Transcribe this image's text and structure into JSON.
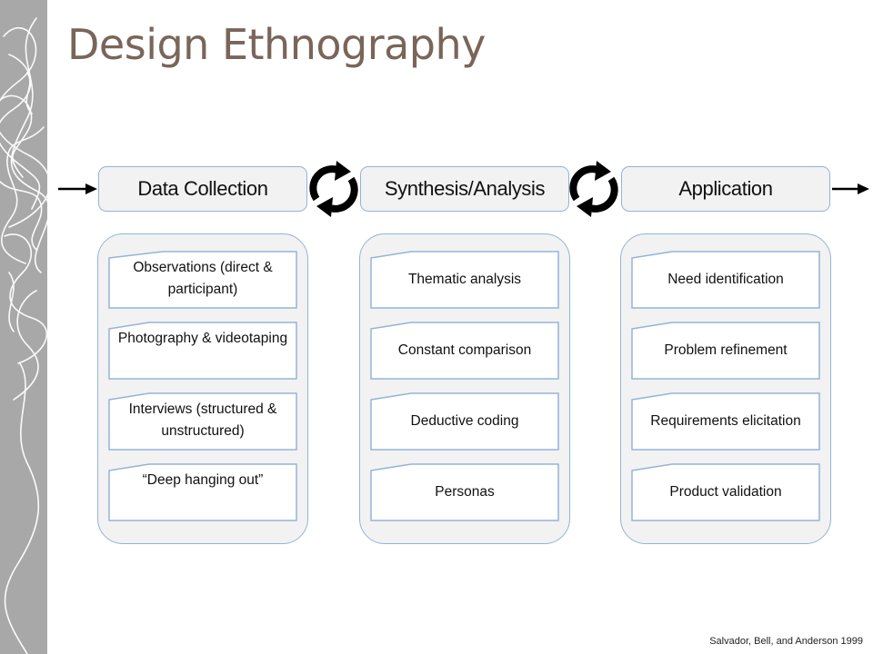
{
  "title": "Design Ethnography",
  "citation": "Salvador, Bell, and Anderson 1999",
  "colors": {
    "title": "#7a6559",
    "box_border": "#95b3d7",
    "box_fill": "#f2f2f2",
    "sidebar": "#a8a8a8",
    "arrow": "#000000"
  },
  "stages": [
    {
      "label": "Data Collection",
      "items": [
        "Observations (direct & participant)",
        "Photography & videotaping",
        "Interviews (structured & unstructured)",
        "“Deep hanging out”"
      ]
    },
    {
      "label": "Synthesis/Analysis",
      "items": [
        "Thematic analysis",
        "Constant comparison",
        "Deductive coding",
        "Personas"
      ]
    },
    {
      "label": "Application",
      "items": [
        "Need identification",
        "Problem refinement",
        "Requirements elicitation",
        "Product validation"
      ]
    }
  ],
  "icons": {
    "cycle": "cycle-arrows-icon",
    "flow_in": "arrow-right-icon",
    "flow_out": "arrow-right-icon"
  }
}
